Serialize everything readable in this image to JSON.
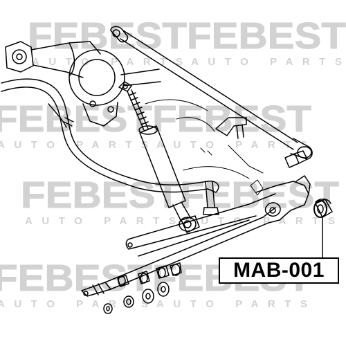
{
  "watermark": {
    "brand": "FEBEST",
    "tagline": "AUTO PARTS",
    "color": "#d2d2d2"
  },
  "part_number": "MAB-001",
  "line_color": "#000000"
}
